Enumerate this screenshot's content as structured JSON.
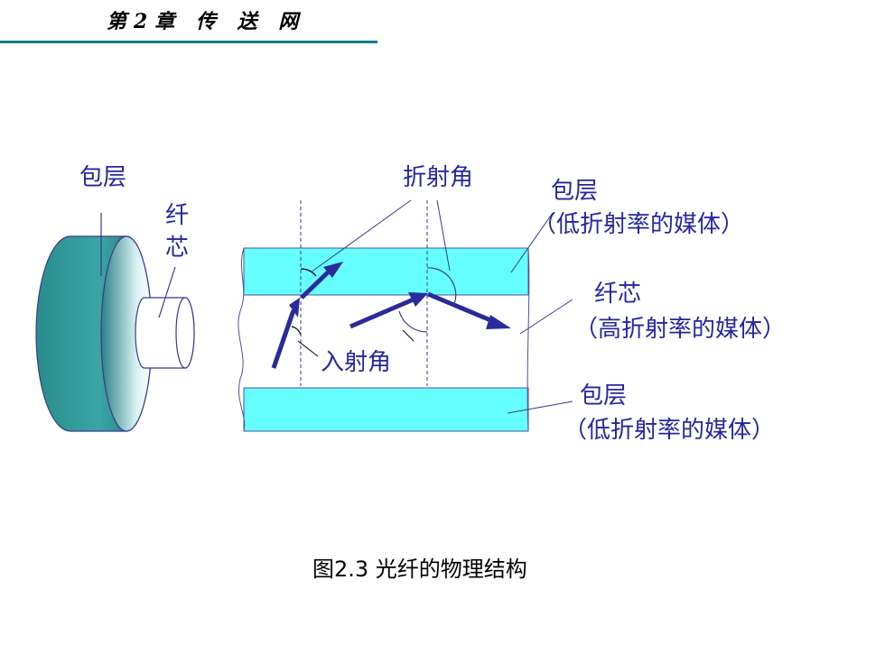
{
  "header": {
    "title": "第2章 传 送 网",
    "rule_color": "#0f7f86"
  },
  "diagram": {
    "left_cross_section": {
      "cladding_label": "包层",
      "core_label_line1": "纤",
      "core_label_line2": "芯"
    },
    "right_longitudinal": {
      "refraction_angle_label": "折射角",
      "incidence_angle_label": "入射角",
      "top_cladding": {
        "name": "包层",
        "desc": "（低折射率的媒体）"
      },
      "core": {
        "name": "纤芯",
        "desc": "（高折射率的媒体）"
      },
      "bottom_cladding": {
        "name": "包层",
        "desc": "（低折射率的媒体）"
      }
    },
    "colors": {
      "label_text": "#2626a0",
      "cladding_fill": "#66ffff",
      "cylinder_outer": "#2f9b9b",
      "arrow": "#2a2a9a",
      "outline": "#4040a0"
    }
  },
  "caption": "图2.3  光纤的物理结构"
}
